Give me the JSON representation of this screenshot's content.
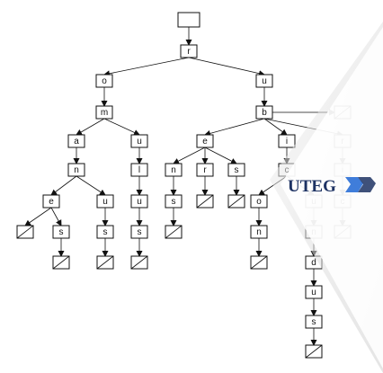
{
  "diagram": {
    "nodes": [
      {
        "id": "root",
        "label": "",
        "null": false
      },
      {
        "id": "r",
        "label": "r",
        "null": false
      },
      {
        "id": "o",
        "label": "o",
        "null": false
      },
      {
        "id": "u1",
        "label": "u",
        "null": false
      },
      {
        "id": "m",
        "label": "m",
        "null": false
      },
      {
        "id": "b",
        "label": "b",
        "null": false
      },
      {
        "id": "b_null",
        "label": "",
        "null": true
      },
      {
        "id": "a",
        "label": "a",
        "null": false
      },
      {
        "id": "u2",
        "label": "u",
        "null": false
      },
      {
        "id": "e1",
        "label": "e",
        "null": false
      },
      {
        "id": "i1",
        "label": "i",
        "null": false
      },
      {
        "id": "r2",
        "label": "r",
        "null": false
      },
      {
        "id": "n1",
        "label": "n",
        "null": false
      },
      {
        "id": "l",
        "label": "l",
        "null": false
      },
      {
        "id": "n2",
        "label": "n",
        "null": false
      },
      {
        "id": "r3",
        "label": "r",
        "null": false
      },
      {
        "id": "s1",
        "label": "s",
        "null": false
      },
      {
        "id": "c1",
        "label": "c",
        "null": false
      },
      {
        "id": "i2",
        "label": "i",
        "null": false
      },
      {
        "id": "e2",
        "label": "e",
        "null": false
      },
      {
        "id": "u3",
        "label": "u",
        "null": false
      },
      {
        "id": "u4",
        "label": "u",
        "null": false
      },
      {
        "id": "s2",
        "label": "s",
        "null": false
      },
      {
        "id": "r3_null",
        "label": "",
        "null": true
      },
      {
        "id": "s1_null",
        "label": "",
        "null": true
      },
      {
        "id": "o2",
        "label": "o",
        "null": false
      },
      {
        "id": "u5",
        "label": "u",
        "null": false
      },
      {
        "id": "c2",
        "label": "c",
        "null": false
      },
      {
        "id": "e2_null",
        "label": "",
        "null": true
      },
      {
        "id": "s3",
        "label": "s",
        "null": false
      },
      {
        "id": "s4",
        "label": "s",
        "null": false
      },
      {
        "id": "s5",
        "label": "s",
        "null": false
      },
      {
        "id": "s2_null",
        "label": "",
        "null": true
      },
      {
        "id": "n3",
        "label": "n",
        "null": false
      },
      {
        "id": "n4",
        "label": "n",
        "null": false
      },
      {
        "id": "c2_null",
        "label": "",
        "null": true
      },
      {
        "id": "s3_null",
        "label": "",
        "null": true
      },
      {
        "id": "s4_null",
        "label": "",
        "null": true
      },
      {
        "id": "s5_null",
        "label": "",
        "null": true
      },
      {
        "id": "n3_null",
        "label": "",
        "null": true
      },
      {
        "id": "d",
        "label": "d",
        "null": false
      },
      {
        "id": "u6",
        "label": "u",
        "null": false
      },
      {
        "id": "s6",
        "label": "s",
        "null": false
      },
      {
        "id": "s6_null",
        "label": "",
        "null": true
      }
    ],
    "edges": [
      [
        "root",
        "r"
      ],
      [
        "r",
        "o"
      ],
      [
        "r",
        "u1"
      ],
      [
        "o",
        "m"
      ],
      [
        "m",
        "a"
      ],
      [
        "m",
        "u2"
      ],
      [
        "a",
        "n1"
      ],
      [
        "n1",
        "e2"
      ],
      [
        "n1",
        "u3"
      ],
      [
        "e2",
        "e2_null"
      ],
      [
        "e2",
        "s3"
      ],
      [
        "s3",
        "s3_null"
      ],
      [
        "u3",
        "s4"
      ],
      [
        "s4",
        "s4_null"
      ],
      [
        "u2",
        "l"
      ],
      [
        "l",
        "u4"
      ],
      [
        "u4",
        "s5"
      ],
      [
        "s5",
        "s5_null"
      ],
      [
        "u1",
        "b"
      ],
      [
        "b",
        "b_null"
      ],
      [
        "b",
        "e1"
      ],
      [
        "b",
        "i1"
      ],
      [
        "b",
        "r2"
      ],
      [
        "e1",
        "n2"
      ],
      [
        "e1",
        "r3"
      ],
      [
        "e1",
        "s1"
      ],
      [
        "n2",
        "s2"
      ],
      [
        "s2",
        "s2_null"
      ],
      [
        "r3",
        "r3_null"
      ],
      [
        "s1",
        "s1_null"
      ],
      [
        "i1",
        "c1"
      ],
      [
        "c1",
        "o2"
      ],
      [
        "c1",
        "u5"
      ],
      [
        "o2",
        "n3"
      ],
      [
        "n3",
        "n3_null"
      ],
      [
        "u5",
        "n4"
      ],
      [
        "n4",
        "d"
      ],
      [
        "d",
        "u6"
      ],
      [
        "u6",
        "s6"
      ],
      [
        "s6",
        "s6_null"
      ],
      [
        "r2",
        "i2"
      ],
      [
        "i2",
        "c2"
      ],
      [
        "c2",
        "c2_null"
      ]
    ]
  },
  "watermark": {
    "text": "UTEG",
    "colors": {
      "text": "#1d3263",
      "accent": "#2a6fd6",
      "fold": "#d9d9d9"
    }
  },
  "colors": {
    "stroke": "#111111",
    "background": "#ffffff"
  }
}
